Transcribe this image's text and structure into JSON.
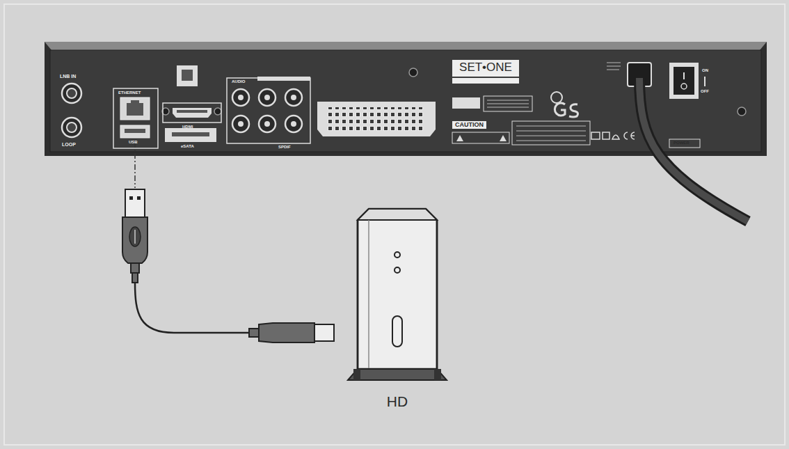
{
  "diagram": {
    "labels": [
      "LNB IN",
      "LOOP",
      "ETHERNET",
      "USB",
      "HDMI",
      "eSATA",
      "AUDIO",
      "SPDIF",
      "SET•ONE",
      "CAUTION",
      "POWER",
      "ON",
      "OFF",
      "HD"
    ]
  }
}
